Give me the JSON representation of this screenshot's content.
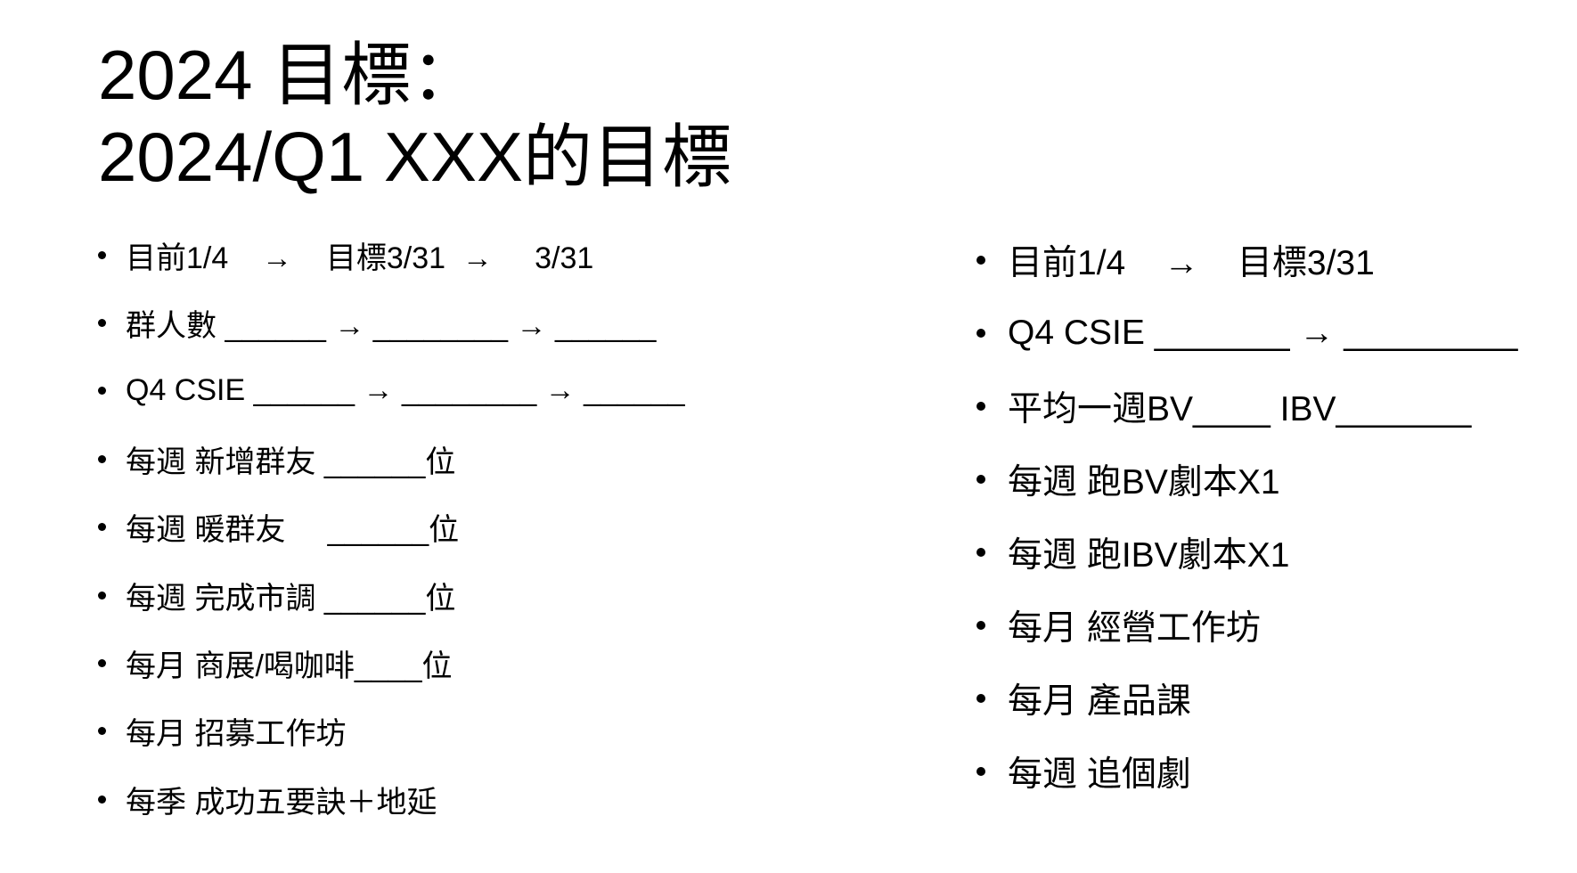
{
  "title": {
    "line1": "2024 目標：",
    "line2": "2024/Q1 XXX的目標"
  },
  "left_items": [
    "目前1/4    →    目標3/31  →     3/31",
    "群人數 ______ → ________ → ______",
    "Q4 CSIE ______ → ________ → ______",
    "每週 新增群友 ______位",
    "每週 暖群友     ______位",
    "每週 完成市調 ______位",
    "每月 商展/喝咖啡____位",
    "每月 招募工作坊",
    "每季 成功五要訣＋地延"
  ],
  "right_items": [
    "目前1/4    →    目標3/31",
    "Q4 CSIE _______ → _________",
    "平均一週BV____ IBV_______",
    "每週 跑BV劇本X1",
    "每週 跑IBV劇本X1",
    "每月 經營工作坊",
    "每月 產品課",
    "每週 追個劇"
  ]
}
